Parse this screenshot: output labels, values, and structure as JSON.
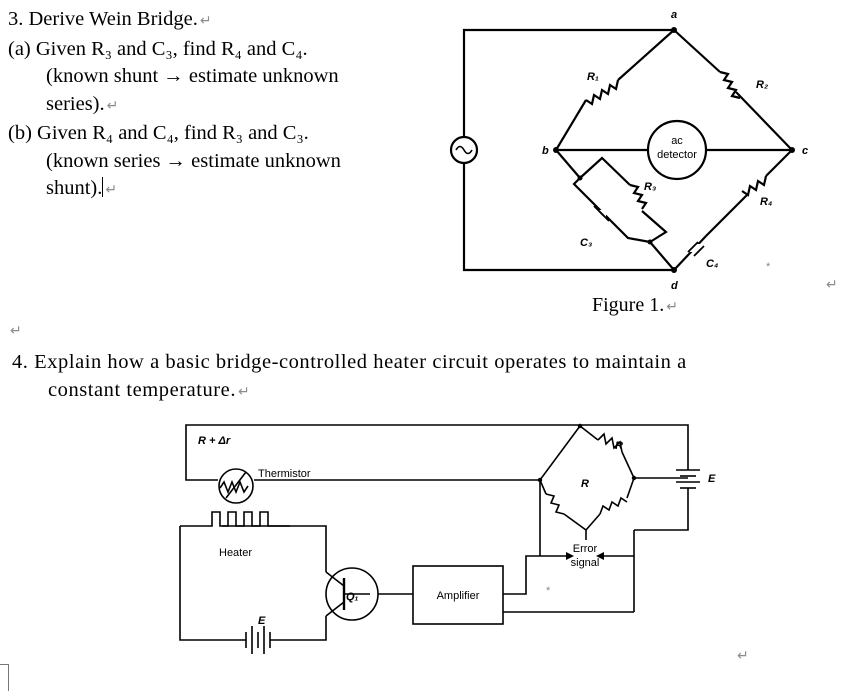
{
  "q3": {
    "line1": "3. Derive Wein Bridge.",
    "line2": "(a) Given R₃ and C₃, find R₄ and C₄.",
    "line3": "(known shunt → estimate unknown",
    "line4": "series).",
    "line5": "(b) Given R₄ and C₄, find R₃ and C₃.",
    "line6": "(known series → estimate unknown",
    "line7": "shunt)."
  },
  "figure1": {
    "caption": "Figure 1.",
    "node_a": "a",
    "node_b": "b",
    "node_c": "c",
    "node_d": "d",
    "r1": "R₁",
    "r2": "R₂",
    "r3": "R₃",
    "r4": "R₄",
    "c3": "C₃",
    "c4": "C₄",
    "detector_line1": "ac",
    "detector_line2": "detector"
  },
  "q4": {
    "line1": "4.  Explain how a basic bridge-controlled heater circuit operates to maintain a",
    "line2": "constant temperature."
  },
  "figure2": {
    "r_delta": "R + Δr",
    "thermistor": "Thermistor",
    "heater": "Heater",
    "e_battery": "E",
    "e_supply": "E",
    "q1": "Q₁",
    "amplifier": "Amplifier",
    "error_line1": "Error",
    "error_line2": "signal",
    "r_top": "R",
    "r_mid": "R"
  },
  "marks": {
    "paragraph": "↵",
    "asterisk": "*"
  }
}
